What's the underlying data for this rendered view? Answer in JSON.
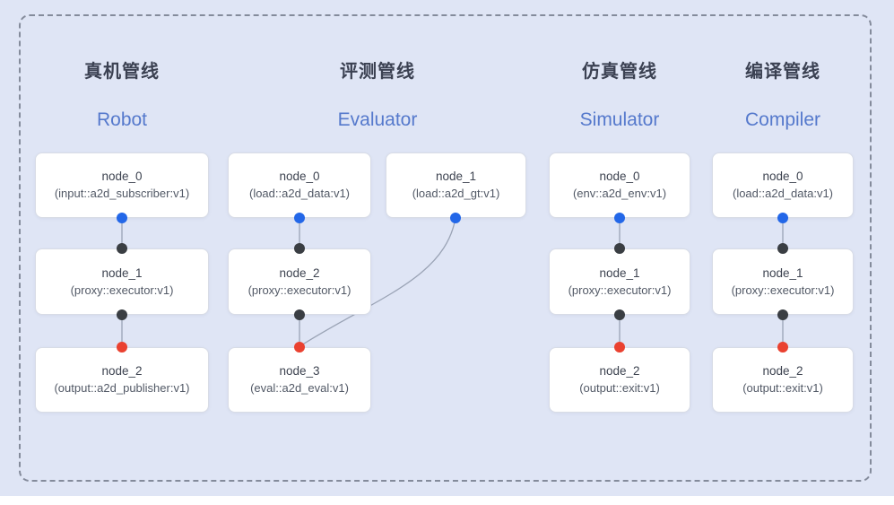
{
  "pipelines": [
    {
      "id": "robot",
      "title_zh": "真机管线",
      "title_en": "Robot",
      "nodes": [
        {
          "name": "node_0",
          "type": "(input::a2d_subscriber:v1)",
          "out_dot": "blue"
        },
        {
          "name": "node_1",
          "type": "(proxy::executor:v1)",
          "in_dot": "dark",
          "out_dot": "dark"
        },
        {
          "name": "node_2",
          "type": "(output::a2d_publisher:v1)",
          "in_dot": "red"
        }
      ],
      "edges": [
        [
          "node_0",
          "node_1"
        ],
        [
          "node_1",
          "node_2"
        ]
      ]
    },
    {
      "id": "evaluator",
      "title_zh": "评测管线",
      "title_en": "Evaluator",
      "nodes": [
        {
          "name": "node_0",
          "type": "(load::a2d_data:v1)",
          "out_dot": "blue"
        },
        {
          "name": "node_1",
          "type": "(load::a2d_gt:v1)",
          "out_dot": "blue"
        },
        {
          "name": "node_2",
          "type": "(proxy::executor:v1)",
          "in_dot": "dark",
          "out_dot": "dark"
        },
        {
          "name": "node_3",
          "type": "(eval::a2d_eval:v1)",
          "in_dot": "red"
        }
      ],
      "edges": [
        [
          "node_0",
          "node_2"
        ],
        [
          "node_1",
          "node_3"
        ],
        [
          "node_2",
          "node_3"
        ]
      ]
    },
    {
      "id": "simulator",
      "title_zh": "仿真管线",
      "title_en": "Simulator",
      "nodes": [
        {
          "name": "node_0",
          "type": "(env::a2d_env:v1)",
          "out_dot": "blue"
        },
        {
          "name": "node_1",
          "type": "(proxy::executor:v1)",
          "in_dot": "dark",
          "out_dot": "dark"
        },
        {
          "name": "node_2",
          "type": "(output::exit:v1)",
          "in_dot": "red"
        }
      ],
      "edges": [
        [
          "node_0",
          "node_1"
        ],
        [
          "node_1",
          "node_2"
        ]
      ]
    },
    {
      "id": "compiler",
      "title_zh": "编译管线",
      "title_en": "Compiler",
      "nodes": [
        {
          "name": "node_0",
          "type": "(load::a2d_data:v1)",
          "out_dot": "blue"
        },
        {
          "name": "node_1",
          "type": "(proxy::executor:v1)",
          "in_dot": "dark",
          "out_dot": "dark"
        },
        {
          "name": "node_2",
          "type": "(output::exit:v1)",
          "in_dot": "red"
        }
      ],
      "edges": [
        [
          "node_0",
          "node_1"
        ],
        [
          "node_1",
          "node_2"
        ]
      ]
    }
  ],
  "colors": {
    "background": "#dfe5f5",
    "frame_dash": "#848b9b",
    "node_background": "#ffffff",
    "node_border": "#d8dce6",
    "edge_line": "#9aa3b5",
    "port_output_blue": "#2367e8",
    "port_executor_dark": "#3a3e43",
    "port_input_red": "#ea4130",
    "title_zh_color": "#3b4152",
    "title_en_color": "#5579cc"
  }
}
